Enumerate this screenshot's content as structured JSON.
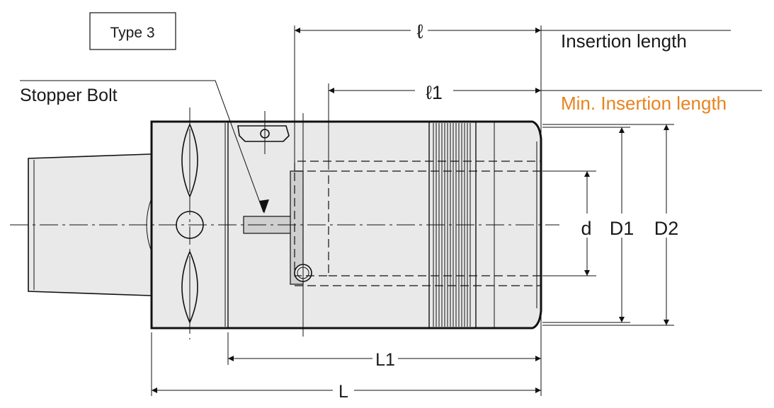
{
  "type_label": "Type 3",
  "stopper_label": "Stopper Bolt",
  "dimensions": {
    "l": "ℓ",
    "l1": "ℓ1",
    "L": "L",
    "L1": "L1",
    "d": "d",
    "D1": "D1",
    "D2": "D2"
  },
  "notes": {
    "insertion_length": "Insertion length",
    "min_insertion_length": "Min. Insertion length"
  },
  "colors": {
    "min_insertion": "#e8821e",
    "line": "#111111",
    "body": "#e9e9e9"
  }
}
